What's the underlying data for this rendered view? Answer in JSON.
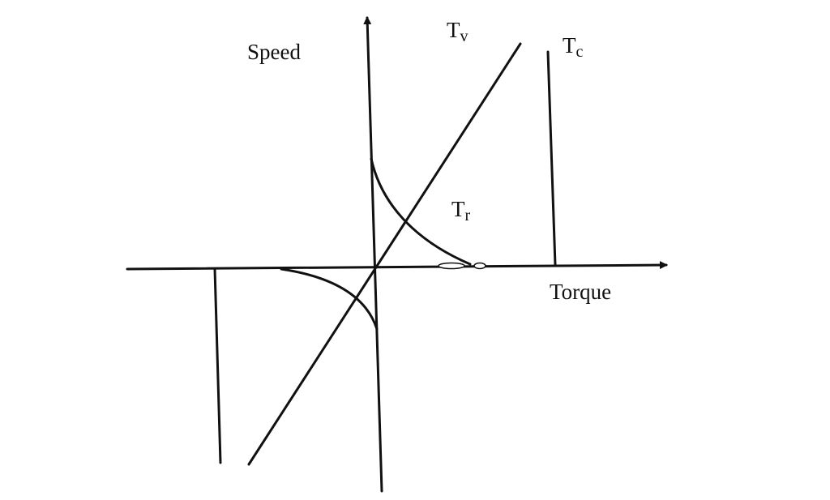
{
  "labels": {
    "speed": "Speed",
    "torque": "Torque",
    "tv": {
      "main": "T",
      "sub": "v"
    },
    "tc": {
      "main": "T",
      "sub": "c"
    },
    "tr": {
      "main": "T",
      "sub": "r"
    }
  },
  "colors": {
    "ink": "#111111",
    "background": "#ffffff"
  }
}
